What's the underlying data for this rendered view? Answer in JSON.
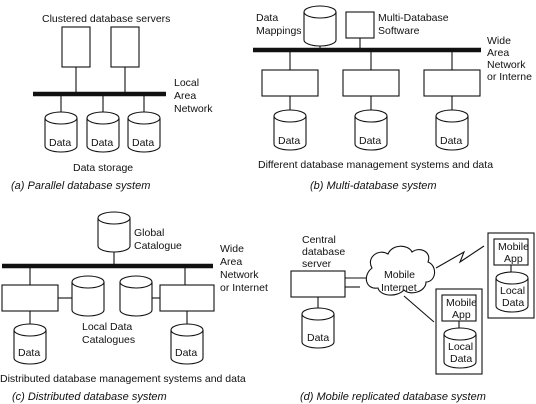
{
  "panel_a": {
    "title": "Clustered database servers",
    "network": [
      "Local",
      "Area",
      "Network"
    ],
    "data_label": "Data",
    "storage_label": "Data storage",
    "caption": "(a) Parallel database system"
  },
  "panel_b": {
    "mappings": [
      "Data",
      "Mappings"
    ],
    "software": [
      "Multi-Database",
      "Software"
    ],
    "network": [
      "Wide",
      "Area",
      "Network",
      "or Interne"
    ],
    "data_label": "Data",
    "subtitle": "Different database management systems and data",
    "caption": "(b) Multi-database system"
  },
  "panel_c": {
    "catalogue": [
      "Global",
      "Catalogue"
    ],
    "network": [
      "Wide",
      "Area",
      "Network",
      "or Internet"
    ],
    "local_catalogues": [
      "Local Data",
      "Catalogues"
    ],
    "data_label": "Data",
    "subtitle": "Distributed database management systems and data",
    "caption": "(c) Distributed database system"
  },
  "panel_d": {
    "server": [
      "Central",
      "database",
      "server"
    ],
    "mobile_internet": [
      "Mobile",
      "Internet"
    ],
    "mobile_app": [
      "Mobile",
      "App"
    ],
    "local_data": [
      "Local",
      "Data"
    ],
    "data_label": "Data",
    "caption": "(d) Mobile replicated database system"
  }
}
